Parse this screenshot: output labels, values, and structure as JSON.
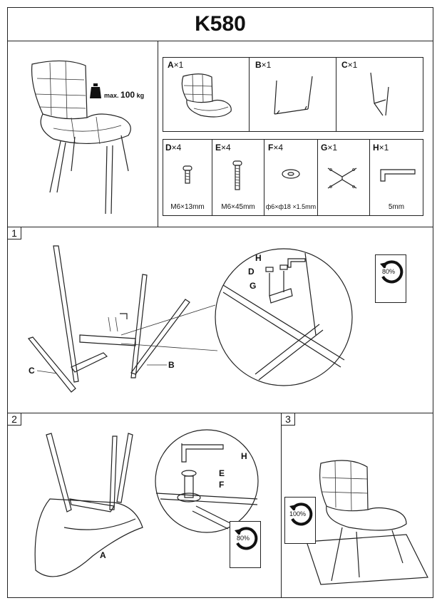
{
  "header": {
    "title": "K580"
  },
  "product": {
    "max_load_prefix": "max.",
    "max_load_value": "100",
    "max_load_unit": "kg"
  },
  "parts": [
    {
      "letter": "A",
      "qty": "×1",
      "spec": ""
    },
    {
      "letter": "B",
      "qty": "×1",
      "spec": ""
    },
    {
      "letter": "C",
      "qty": "×1",
      "spec": ""
    },
    {
      "letter": "D",
      "qty": "×4",
      "spec": "M6×13mm"
    },
    {
      "letter": "E",
      "qty": "×4",
      "spec": "M6×45mm"
    },
    {
      "letter": "F",
      "qty": "×4",
      "spec": "ф6×ф18 ×1.5mm"
    },
    {
      "letter": "G",
      "qty": "×1",
      "spec": ""
    },
    {
      "letter": "H",
      "qty": "×1",
      "spec": "5mm"
    }
  ],
  "steps": [
    {
      "number": "1",
      "labels": [
        "H",
        "D",
        "G",
        "C",
        "B"
      ],
      "torque": "80%"
    },
    {
      "number": "2",
      "labels": [
        "H",
        "E",
        "F",
        "A"
      ],
      "torque": "80%"
    },
    {
      "number": "3",
      "torque": "100%"
    }
  ],
  "colors": {
    "line": "#222222",
    "background": "#ffffff"
  }
}
